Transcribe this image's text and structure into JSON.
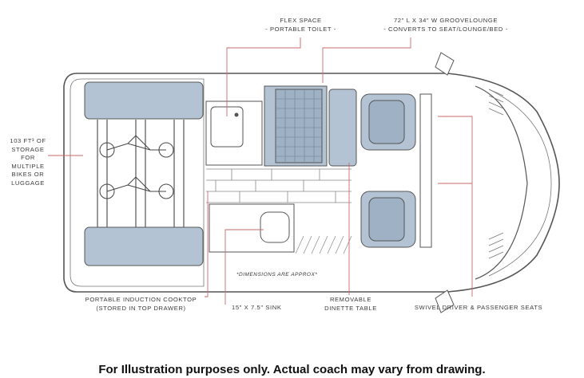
{
  "labels": {
    "flex_space": [
      "FLEX SPACE",
      "- PORTABLE TOILET -"
    ],
    "groove_lounge": [
      "72\" L X 34\" W GROOVELOUNGE",
      "- CONVERTS TO SEAT/LOUNGE/BED -"
    ],
    "storage": [
      "103 FT³ OF",
      "STORAGE",
      "FOR",
      "MULTIPLE",
      "BIKES OR",
      "LUGGAGE"
    ],
    "cooktop": [
      "PORTABLE INDUCTION COOKTOP",
      "(STORED IN TOP DRAWER)"
    ],
    "sink": "15\" X 7.5\" SINK",
    "dinette": [
      "REMOVABLE",
      "DINETTE TABLE"
    ],
    "seats": "SWIVEL DRIVER & PASSENGER SEATS",
    "dimensions_note": "*DIMENSIONS ARE APPROX*"
  },
  "footer": "For Illustration purposes only.  Actual coach may vary from drawing.",
  "colors": {
    "fill": "#b3c3d3",
    "fill_dark": "#9fb1c4",
    "line": "#555555",
    "leader": "#c96a6a"
  }
}
